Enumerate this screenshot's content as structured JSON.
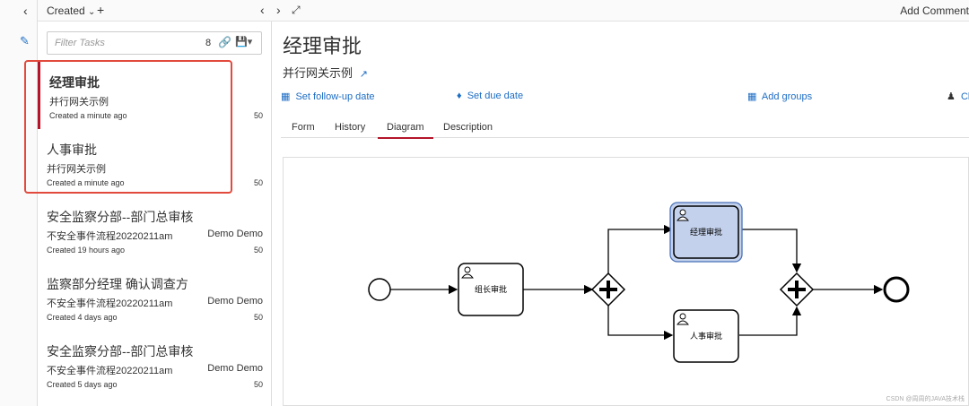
{
  "filter_column": {
    "collapse_icon": "chevron-left-icon",
    "edit_icon": "pencil-icon"
  },
  "tasklist": {
    "sort_label": "Created",
    "sort_icon": "chevron-down-icon",
    "add_icon": "plus-icon",
    "collapse_icon": "chevron-left-icon",
    "search": {
      "placeholder": "Filter Tasks",
      "value": "",
      "count": "8"
    },
    "tasks": [
      {
        "name": "经理审批",
        "process": "并行网关示例",
        "assignee": "",
        "created": "Created a minute ago",
        "priority": "50",
        "active": true
      },
      {
        "name": "人事审批",
        "process": "并行网关示例",
        "assignee": "",
        "created": "Created a minute ago",
        "priority": "50",
        "active": false
      },
      {
        "name": "安全监察分部--部门总审核",
        "process": "不安全事件流程20220211am",
        "assignee": "Demo Demo",
        "created": "Created 19 hours ago",
        "priority": "50",
        "active": false
      },
      {
        "name": "监察部分经理 确认调查方",
        "process": "不安全事件流程20220211am",
        "assignee": "Demo Demo",
        "created": "Created 4 days ago",
        "priority": "50",
        "active": false
      },
      {
        "name": "安全监察分部--部门总审核",
        "process": "不安全事件流程20220211am",
        "assignee": "Demo Demo",
        "created": "Created 5 days ago",
        "priority": "50",
        "active": false
      }
    ]
  },
  "detail": {
    "add_comment": "Add Comment",
    "title": "经理审批",
    "process_name": "并行网关示例",
    "actions": [
      {
        "label": "Set follow-up date",
        "icon": "calendar-icon"
      },
      {
        "label": "Set due date",
        "icon": "bell-icon"
      },
      {
        "label": "Add groups",
        "icon": "grid-icon"
      },
      {
        "label": "Cla",
        "icon": "user-icon"
      }
    ],
    "tabs": [
      "Form",
      "History",
      "Diagram",
      "Description"
    ],
    "selected_tab": "Diagram"
  },
  "diagram": {
    "tasks": {
      "leader": "组长审批",
      "manager": "经理审批",
      "hr": "人事审批"
    },
    "highlighted_task": "经理审批",
    "colors": {
      "highlight_fill": "#c3d1ec",
      "highlight_stroke": "#4a72b8"
    }
  },
  "watermark": "CSDN @周周的JAVA技术栈",
  "colors": {
    "accent": "#1d6dc4",
    "active": "#b5152b",
    "annotation": "#e14a3d"
  }
}
